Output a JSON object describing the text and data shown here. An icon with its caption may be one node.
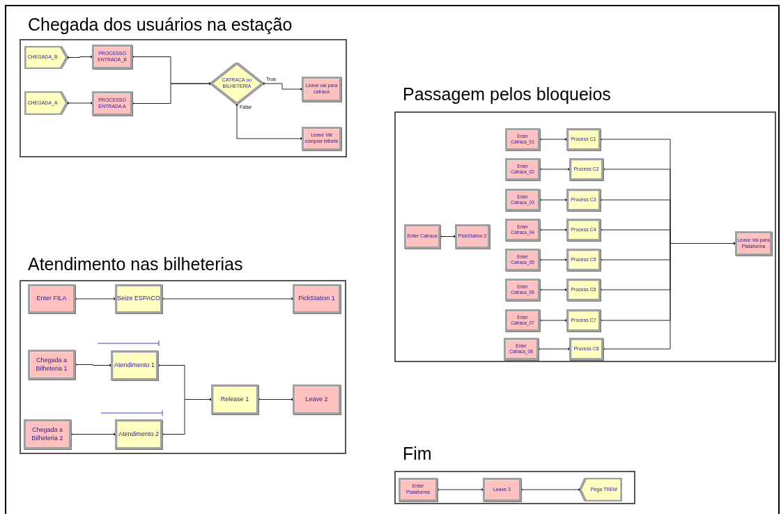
{
  "diagram": {
    "nodes": [
      {
        "text": [
          "Chegada dos usuários na estação"
        ]
      },
      {
        "text": [
          "CHEGADA_B"
        ],
        "in": 0
      },
      {
        "text": [
          "PROCESSO ENTRADA_B"
        ],
        "in": 0
      },
      {
        "text": [
          "CHEGADA_A"
        ],
        "in": 0
      },
      {
        "text": [
          "PROCESSO ENTRADA A"
        ],
        "in": 0
      },
      {
        "text": [
          "CATRACA ou BILHETERIA"
        ],
        "in": 0
      },
      {
        "text": [
          "Leave vai para catraca"
        ],
        "in": 0
      },
      {
        "text": [
          "Leave Vai comprar bilhete"
        ],
        "in": 0
      },
      {
        "text": [
          "Passagem pelos bloqueios"
        ]
      },
      {
        "text": [
          "Enter Catraca"
        ],
        "in": 8
      },
      {
        "text": [
          "PickStation 2"
        ],
        "in": 8
      },
      {
        "text": [
          "Enter Catraca_01"
        ],
        "in": 8
      },
      {
        "text": [
          "Process C1"
        ],
        "in": 8
      },
      {
        "text": [
          "Enter Catraca_02"
        ],
        "in": 8
      },
      {
        "text": [
          "Process C2"
        ],
        "in": 8
      },
      {
        "text": [
          "Enter Catraca_03"
        ],
        "in": 8
      },
      {
        "text": [
          "Process C3"
        ],
        "in": 8
      },
      {
        "text": [
          "Enter Catraca_04"
        ],
        "in": 8
      },
      {
        "text": [
          "Process C4"
        ],
        "in": 8
      },
      {
        "text": [
          "Enter Catraca_05"
        ],
        "in": 8
      },
      {
        "text": [
          "Process C5"
        ],
        "in": 8
      },
      {
        "text": [
          "Enter Catraca_06"
        ],
        "in": 8
      },
      {
        "text": [
          "Process C6"
        ],
        "in": 8
      },
      {
        "text": [
          "Enter Catraca_07"
        ],
        "in": 8
      },
      {
        "text": [
          "Process C7"
        ],
        "in": 8
      },
      {
        "text": [
          "Enter Catraca_08"
        ],
        "in": 8
      },
      {
        "text": [
          "Process C8"
        ],
        "in": 8
      },
      {
        "text": [
          "Leave Vai para Plataforma"
        ],
        "in": 8
      },
      {
        "text": [
          "Atendimento nas bilheterias"
        ]
      },
      {
        "text": [
          "Enter FILA"
        ],
        "in": 28
      },
      {
        "text": [
          "Seize ESPACO"
        ],
        "in": 28
      },
      {
        "text": [
          "PickStation 1"
        ],
        "in": 28
      },
      {
        "text": [
          "Chegada a Bilheteria 1"
        ],
        "in": 28
      },
      {
        "text": [
          "Atendimento 1"
        ],
        "in": 28
      },
      {
        "text": [
          "Release 1"
        ],
        "in": 28
      },
      {
        "text": [
          "Leave 2"
        ],
        "in": 28
      },
      {
        "text": [
          "Chegada a Bilheteria 2"
        ],
        "in": 28
      },
      {
        "text": [
          "Atendimento 2"
        ],
        "in": 28
      },
      {
        "text": [
          "Fim"
        ]
      },
      {
        "text": [
          "Enter Plataforma"
        ],
        "in": 38
      },
      {
        "text": [
          "Leave 3"
        ],
        "in": 38
      },
      {
        "text": [
          "Pega TREM"
        ],
        "in": 38
      }
    ],
    "edges": [
      {
        "from": 1,
        "to": 2,
        "arrow": "other"
      },
      {
        "from": 3,
        "to": 4,
        "arrow": "other"
      },
      {
        "from": 2,
        "to": 5,
        "arrow": "other"
      },
      {
        "from": 4,
        "to": 5,
        "arrow": "other"
      },
      {
        "from": 5,
        "to": 6,
        "arrow": "other",
        "label": "True"
      },
      {
        "from": 5,
        "to": 7,
        "arrow": "other",
        "label": "False"
      },
      {
        "from": 9,
        "to": 10,
        "arrow": "other"
      },
      {
        "from": 11,
        "to": 12,
        "arrow": "other"
      },
      {
        "from": 13,
        "to": 14,
        "arrow": "other"
      },
      {
        "from": 15,
        "to": 16,
        "arrow": "other"
      },
      {
        "from": 17,
        "to": 18,
        "arrow": "other"
      },
      {
        "from": 19,
        "to": 20,
        "arrow": "other"
      },
      {
        "from": 21,
        "to": 22,
        "arrow": "other"
      },
      {
        "from": 23,
        "to": 24,
        "arrow": "other"
      },
      {
        "from": 25,
        "to": 26,
        "arrow": "other"
      },
      {
        "from": 12,
        "to": 27,
        "arrow": "other"
      },
      {
        "from": 14,
        "to": 27,
        "arrow": "other"
      },
      {
        "from": 16,
        "to": 27,
        "arrow": "other"
      },
      {
        "from": 18,
        "to": 27,
        "arrow": "other"
      },
      {
        "from": 20,
        "to": 27,
        "arrow": "other"
      },
      {
        "from": 22,
        "to": 27,
        "arrow": "other"
      },
      {
        "from": 24,
        "to": 27,
        "arrow": "other"
      },
      {
        "from": 26,
        "to": 27,
        "arrow": "other"
      },
      {
        "from": 29,
        "to": 30,
        "arrow": "other"
      },
      {
        "from": 30,
        "to": 31,
        "arrow": "other"
      },
      {
        "from": 32,
        "to": 33,
        "arrow": "other"
      },
      {
        "from": 36,
        "to": 37,
        "arrow": "other"
      },
      {
        "from": 33,
        "to": 34,
        "arrow": "other"
      },
      {
        "from": 37,
        "to": 34,
        "arrow": "other"
      },
      {
        "from": 34,
        "to": 35,
        "arrow": "other"
      },
      {
        "from": 39,
        "to": 40,
        "arrow": "other"
      },
      {
        "from": 40,
        "to": 41,
        "arrow": "other"
      }
    ]
  }
}
